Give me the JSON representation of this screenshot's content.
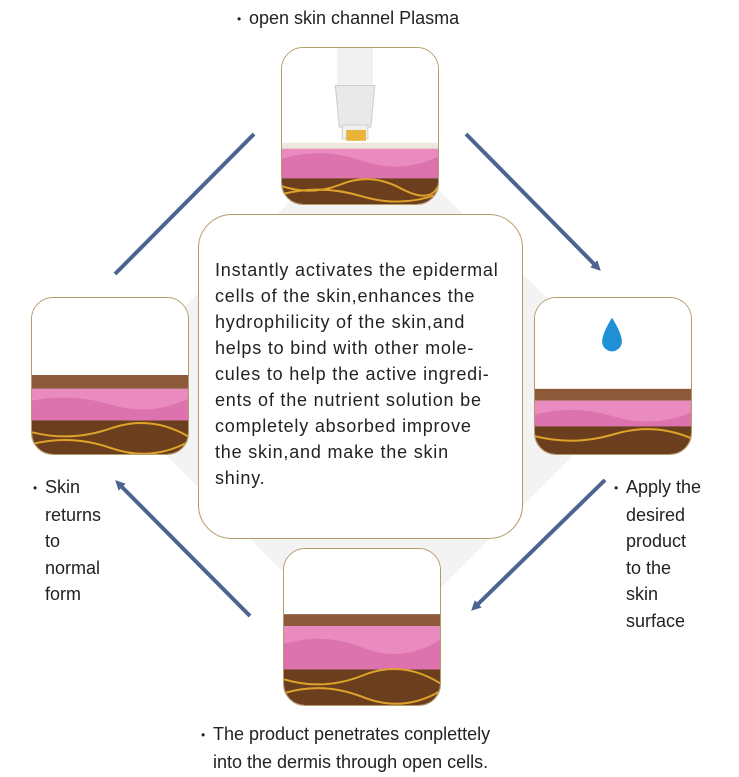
{
  "captions": {
    "top": "open skin channel Plasma",
    "right_lines": [
      "Apply the",
      "desired",
      "product",
      "to the",
      "skin",
      "surface"
    ],
    "bottom_lines": [
      "The product penetrates conplettely",
      "into the dermis through open cells."
    ],
    "left_lines": [
      "Skin",
      "returns",
      "to",
      "normal",
      "form"
    ]
  },
  "center": {
    "lines": [
      "Instantly activates the epidermal",
      "cells of the skin,enhances the",
      "hydrophilicity of the skin,and",
      "helps to bind with other mole-",
      "cules to help the active ingredi-",
      "ents of the nutrient solution be",
      "completely absorbed improve",
      "the skin,and make the skin",
      "shiny."
    ]
  },
  "bullet_glyph": "•",
  "colors": {
    "arrow": "#4e6490",
    "border": "#b59a6a",
    "skin_pink": "#e98bbf",
    "dermis_brown": "#6b3f1e",
    "fiber_gold": "#e0a32a",
    "droplet": "#1f8fd6"
  }
}
